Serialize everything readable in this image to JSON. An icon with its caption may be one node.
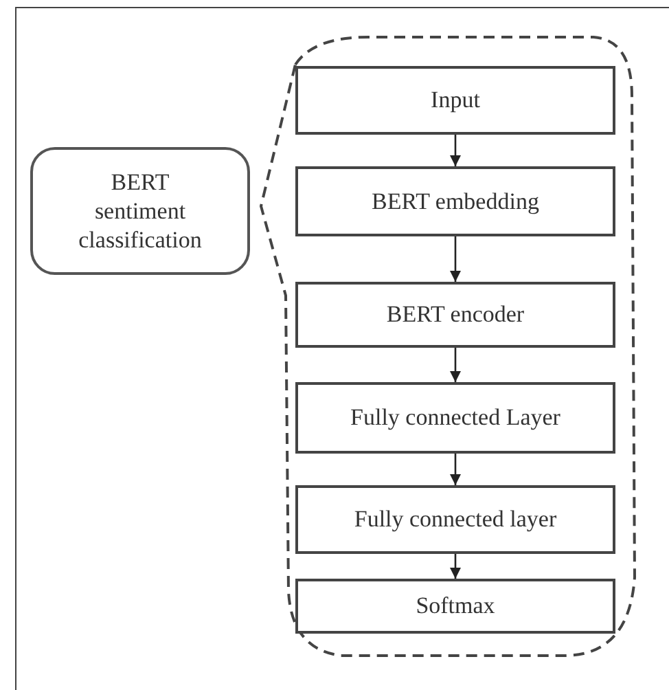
{
  "diagram": {
    "nodes": [
      {
        "text": [
          "BERT sentiment classification"
        ]
      },
      {
        "text": [],
        "shape": "callout"
      },
      {
        "text": [
          "Input"
        ],
        "in": 1
      },
      {
        "text": [
          "BERT embedding"
        ],
        "in": 1
      },
      {
        "text": [
          "BERT encoder"
        ],
        "in": 1
      },
      {
        "text": [
          "Fully connected Layer"
        ],
        "in": 1
      },
      {
        "text": [
          "Fully connected layer"
        ],
        "in": 1
      },
      {
        "text": [
          "Softmax"
        ],
        "in": 1
      }
    ],
    "edges": [
      {
        "from": 2,
        "to": 3,
        "arrow": "to"
      },
      {
        "from": 3,
        "to": 4,
        "arrow": "to"
      },
      {
        "from": 4,
        "to": 5,
        "arrow": "to"
      },
      {
        "from": 5,
        "to": 6,
        "arrow": "to"
      },
      {
        "from": 6,
        "to": 7,
        "arrow": "to"
      }
    ]
  }
}
